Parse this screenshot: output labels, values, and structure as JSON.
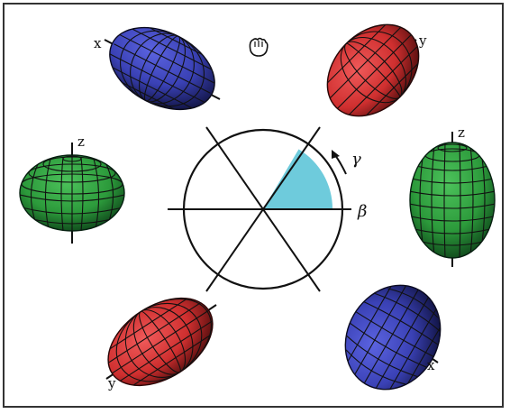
{
  "labels": {
    "gamma": "γ",
    "beta": "β",
    "ellipsoid_blue_top": "x",
    "ellipsoid_red_top": "y",
    "ellipsoid_green_left": "z",
    "ellipsoid_green_right": "z",
    "ellipsoid_red_bottom": "y",
    "ellipsoid_blue_bottom": "x"
  },
  "icons": {
    "cursor": "hand-grab-icon"
  },
  "colors": {
    "blue_body": "#3b42b8",
    "red_body": "#d43232",
    "green_body": "#2f9b3e",
    "sector_fill": "#6ecbdc",
    "mesh": "#111111"
  }
}
